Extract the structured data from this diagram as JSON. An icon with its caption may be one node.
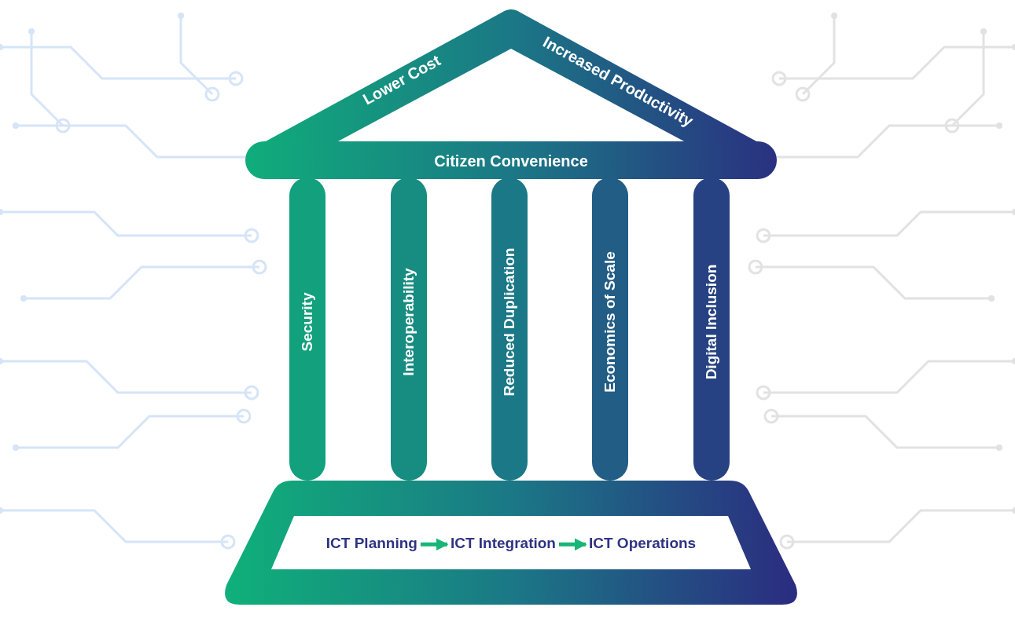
{
  "diagram": {
    "nodes": [
      {
        "text": [
          "Lower Cost",
          "Increased Productivity"
        ]
      },
      {
        "text": [
          "Citizen Convenience"
        ]
      },
      {
        "text": [
          "Security"
        ]
      },
      {
        "text": [
          "Interoperability"
        ]
      },
      {
        "text": [
          "Reduced Duplication"
        ]
      },
      {
        "text": [
          "Economics of Scale"
        ]
      },
      {
        "text": [
          "Digital Inclusion"
        ]
      },
      {
        "text": [],
        "shape": "trapezoid"
      },
      {
        "text": [
          "ICT Planning"
        ],
        "in": 7
      },
      {
        "text": [
          "ICT Integration"
        ],
        "in": 7
      },
      {
        "text": [
          "ICT Operations"
        ],
        "in": 7
      }
    ],
    "edges": [
      {
        "from": 8,
        "to": 9,
        "arrow": "to"
      },
      {
        "from": 9,
        "to": 10,
        "arrow": "to"
      }
    ]
  }
}
